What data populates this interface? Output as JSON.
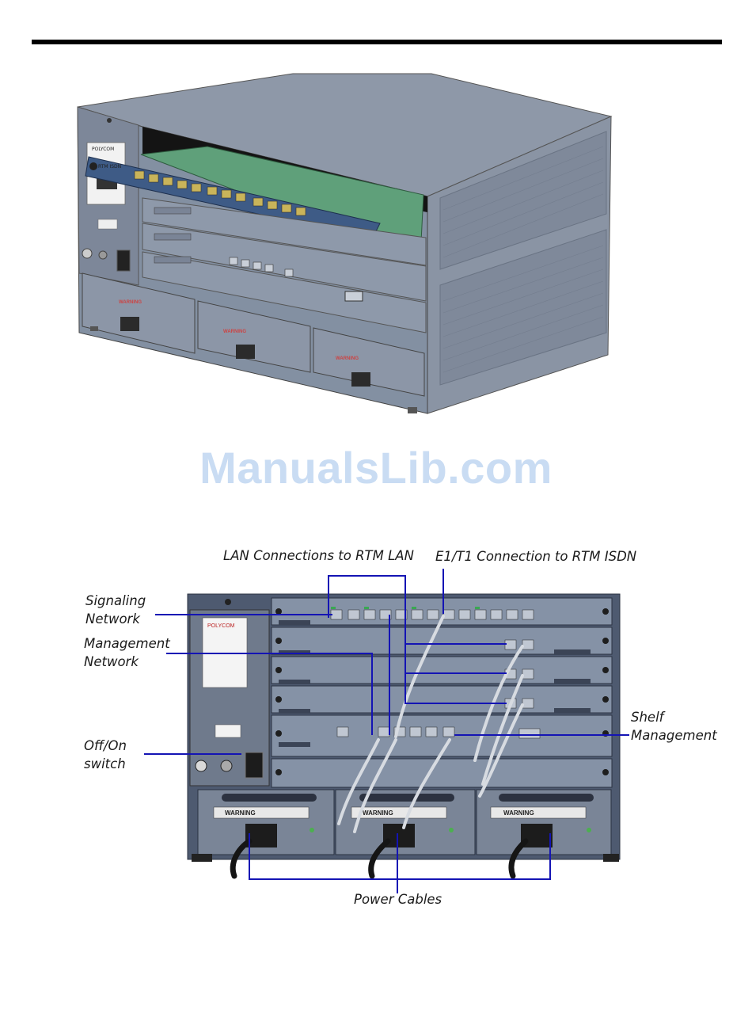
{
  "watermark": "ManualsLib.com",
  "chassis_top": {
    "logo_text": "POLYCOM",
    "rtm_label": "RTM ISDN",
    "warning_label": "WARNING"
  },
  "chassis_rear": {
    "logo_text": "POLYCOM",
    "warning_label": "WARNING"
  },
  "callouts": {
    "lan_connections": "LAN Connections to RTM LAN",
    "e1t1_connection": "E1/T1 Connection to RTM ISDN",
    "signaling_line1": "Signaling",
    "signaling_line2": "Network",
    "management_line1": "Management",
    "management_line2": "Network",
    "offon_line1": "Off/On",
    "offon_line2": "switch",
    "shelf_line1": "Shelf",
    "shelf_line2": "Management",
    "power_cables": "Power Cables"
  },
  "colors": {
    "chassis": "#8c96a6",
    "chassis_dark": "#6e7888",
    "card_green": "#5fa07a",
    "rtm_blue": "#3e5b86",
    "callout_line": "#1414b4",
    "watermark": "#c9dcf3"
  }
}
